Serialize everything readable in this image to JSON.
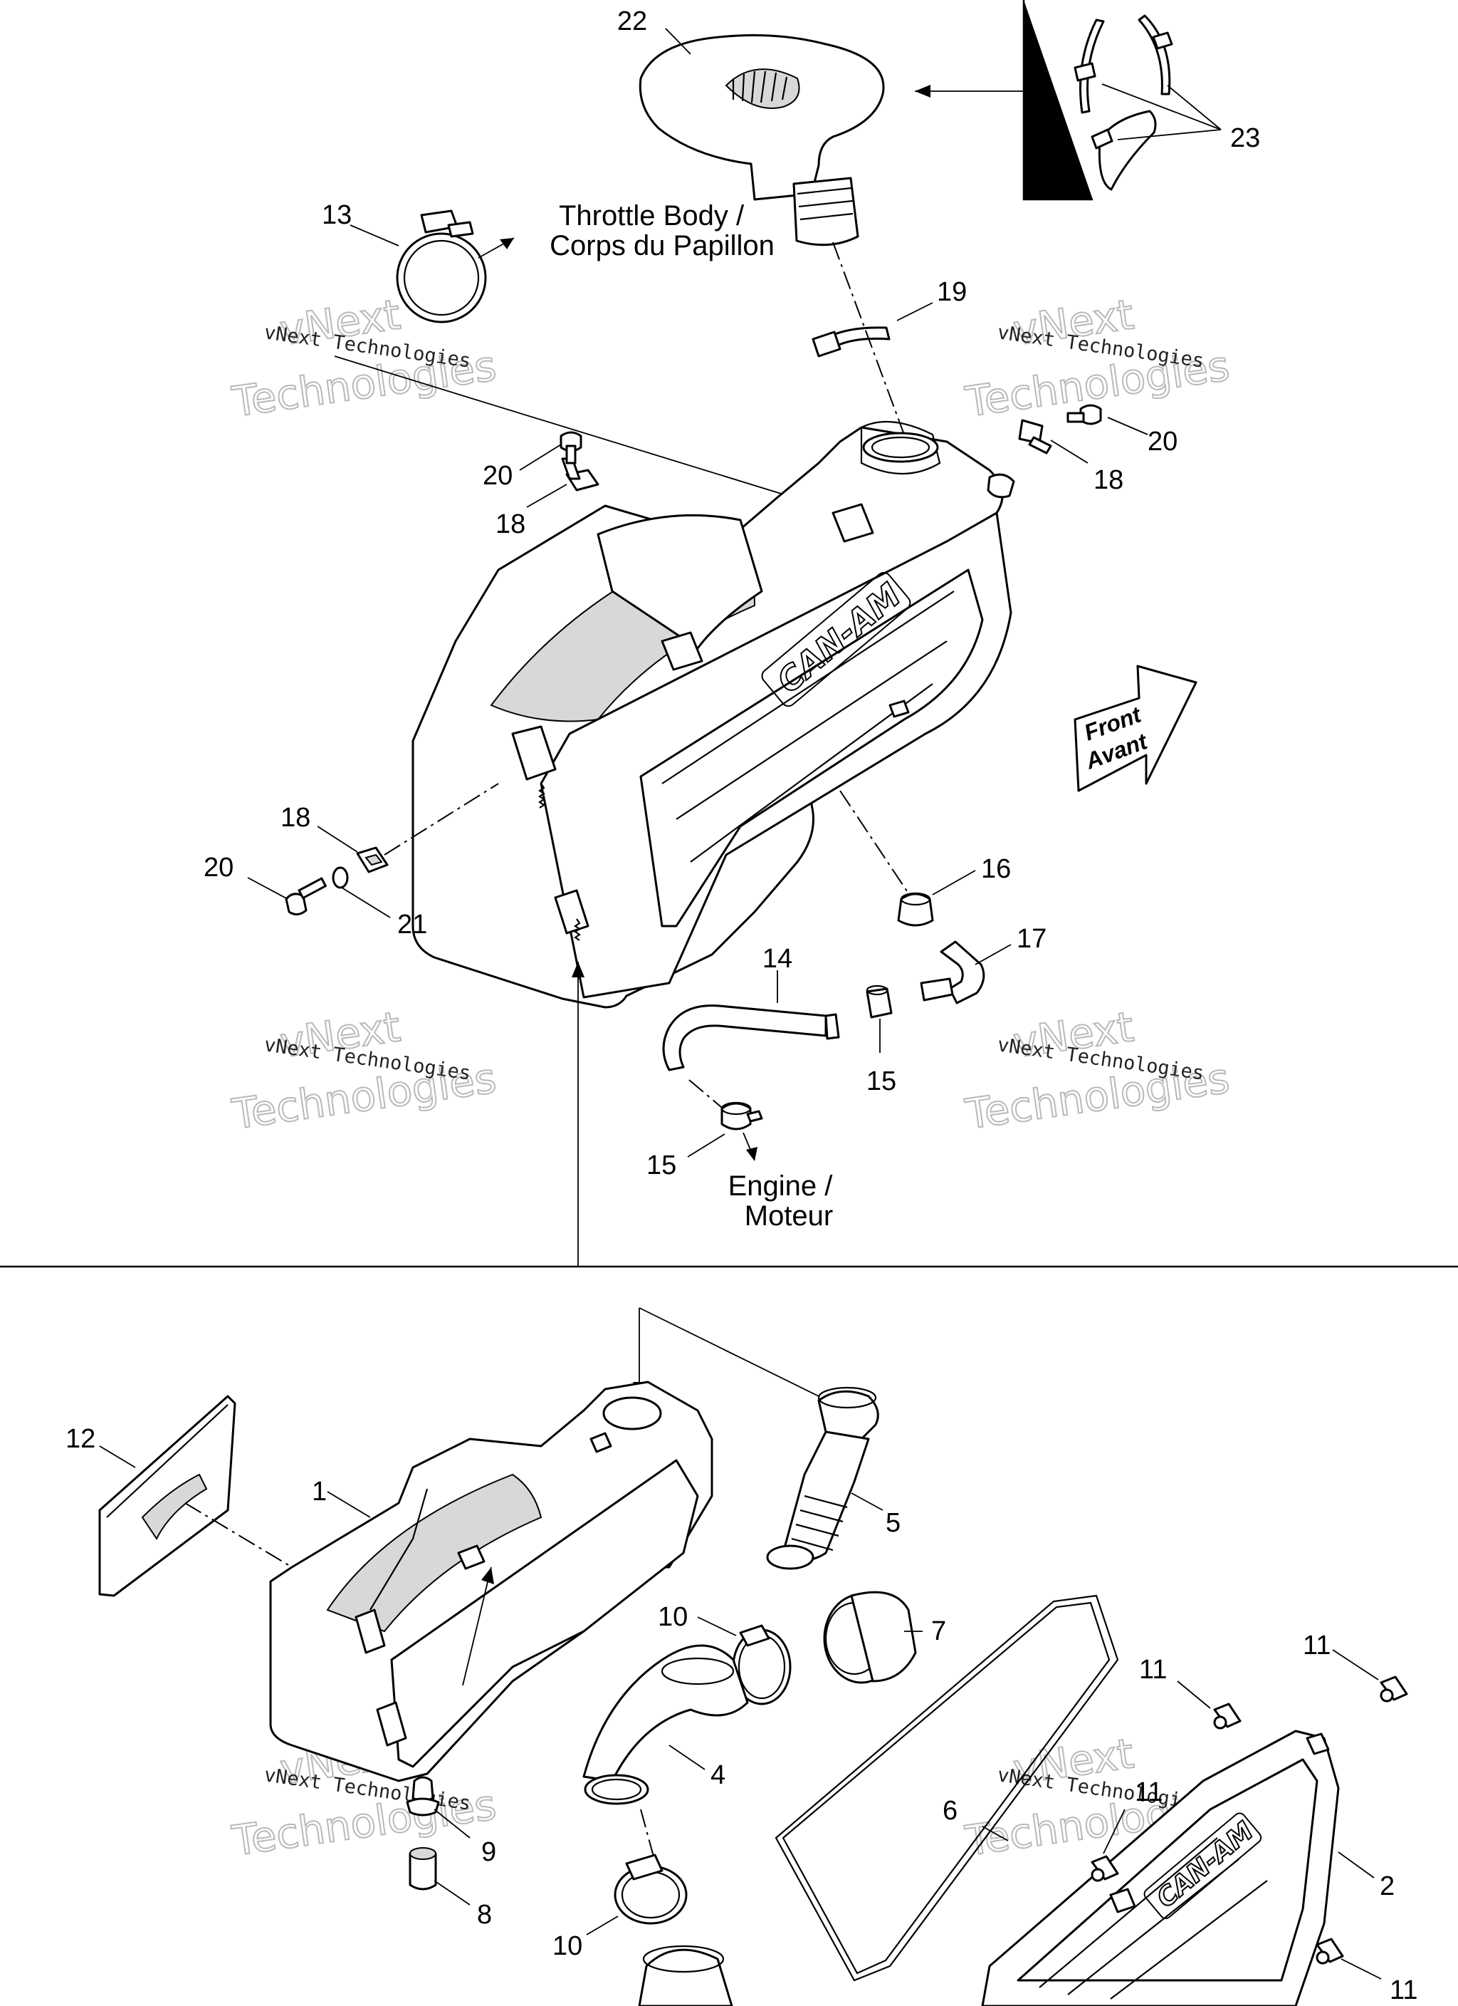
{
  "callouts": {
    "c1": "1",
    "c2": "2",
    "c4": "4",
    "c5": "5",
    "c6": "6",
    "c7": "7",
    "c8": "8",
    "c9": "9",
    "c10a": "10",
    "c10b": "10",
    "c11a": "11",
    "c11b": "11",
    "c11c": "11",
    "c11d": "11",
    "c12": "12",
    "c13": "13",
    "c14": "14",
    "c15a": "15",
    "c15b": "15",
    "c16": "16",
    "c17": "17",
    "c18a": "18",
    "c18b": "18",
    "c18c": "18",
    "c19": "19",
    "c20a": "20",
    "c20b": "20",
    "c20c": "20",
    "c21": "21",
    "c22": "22",
    "c23": "23"
  },
  "notes": {
    "throttle_line1": "Throttle Body /",
    "throttle_line2": "Corps du Papillon",
    "engine_line1": "Engine /",
    "engine_line2": "Moteur",
    "front_line1": "Front",
    "front_line2": "Avant"
  },
  "logo": {
    "brand": "CAN-AM"
  },
  "watermark": {
    "line_small": "vNext Technologies",
    "line_big_top": "vNext",
    "line_big_bottom": "Technologies"
  }
}
